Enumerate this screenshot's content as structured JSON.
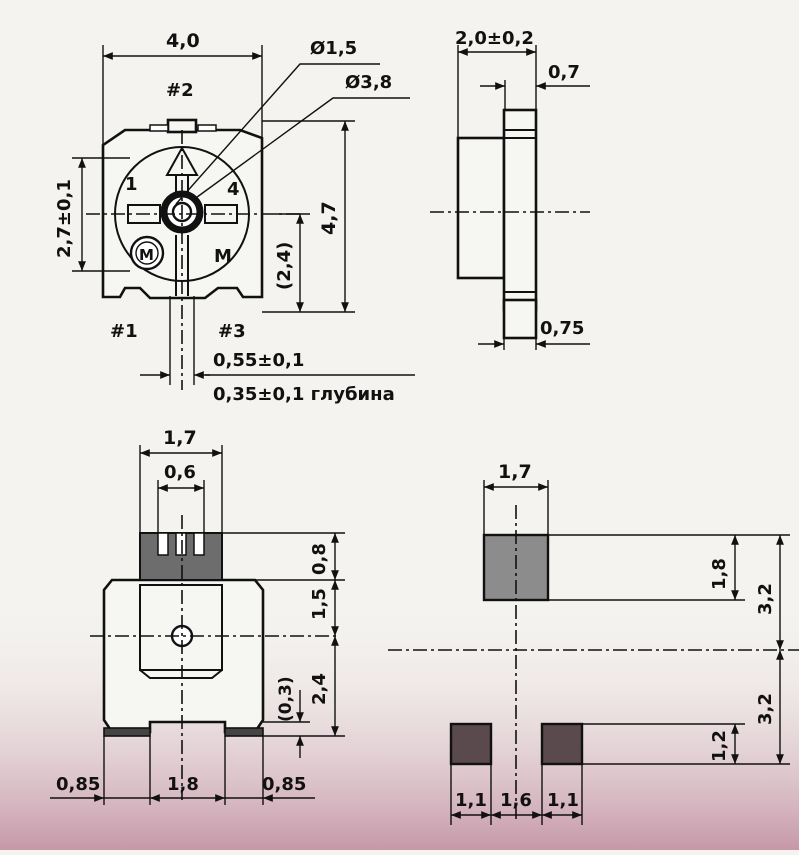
{
  "labels": {
    "top_width": "4,0",
    "d_small": "Ø1,5",
    "d_large": "Ø3,8",
    "pin2": "#2",
    "pin1": "#1",
    "pin3": "#3",
    "mark1": "1",
    "mark4": "4",
    "markM": "M",
    "markM_circle": "M",
    "h_27": "2,7±0,1",
    "h_47": "4,7",
    "h_24p": "(2,4)",
    "slot_w": "0,55±0,1",
    "slot_d": "0,35±0,1 глубина",
    "side_w": "2,0±0,2",
    "side_07": "0,7",
    "side_075": "0,75",
    "bot_17": "1,7",
    "bot_06": "0,6",
    "bot_08": "0,8",
    "bot_15": "1,5",
    "bot_24": "2,4",
    "bot_03p": "(0,3)",
    "bot_085l": "0,85",
    "bot_18": "1,8",
    "bot_085r": "0,85",
    "fp_17": "1,7",
    "fp_18": "1,8",
    "fp_32a": "3,2",
    "fp_32b": "3,2",
    "fp_12": "1,2",
    "fp_11l": "1,1",
    "fp_16": "1,6",
    "fp_11r": "1,1"
  }
}
